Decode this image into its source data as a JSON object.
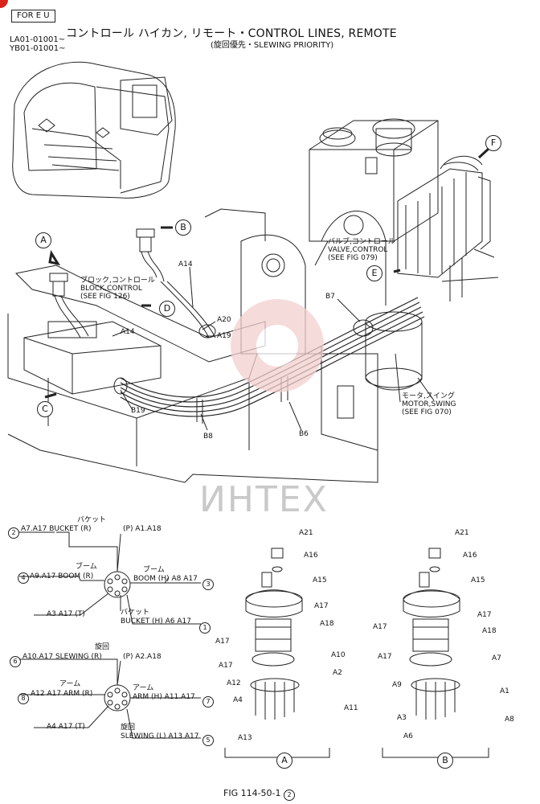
{
  "header": {
    "tag": "FOR E U",
    "title": "コントロール ハイカン,  リモート・CONTROL LINES, REMOTE",
    "subtitle": "(旋回優先・SLEWING PRIORITY)",
    "serial_1": "LA01-01001~",
    "serial_2": "YB01-01001~"
  },
  "watermark": "ИНТЕХ",
  "callouts": {
    "A": "A",
    "B": "B",
    "C": "C",
    "D": "D",
    "E": "E",
    "F": "F"
  },
  "main_labels": {
    "valve_jp": "バルブ,コントロール",
    "valve_en": "VALVE,CONTROL",
    "valve_ref": "(SEE FIG 079)",
    "block_jp": "ブロック,コントロール",
    "block_en": "BLOCK,CONTROL",
    "block_ref": "(SEE FIG 126)",
    "motor_jp": "モータ,スイング",
    "motor_en": "MOTOR,SWING",
    "motor_ref": "(SEE FIG 070)",
    "a14_top": "A14",
    "a14_mid": "A14",
    "a20": "A20",
    "a19": "A19",
    "b7": "B7",
    "b19": "B19",
    "b8": "B8",
    "b6": "B6"
  },
  "port_diagram_1": {
    "top_jp": "バケット",
    "top_left": "A7.A17 BUCKET (R)",
    "top_right": "(P) A1.A18",
    "left_jp": "ブーム",
    "left": "A9.A17 BOOM (R)",
    "right_jp": "ブーム",
    "right": "BOOM (H) A8 A17",
    "bottom_left": "A3 A17 (T)",
    "bottom_jp": "バケット",
    "bottom_right": "BUCKET (H) A6 A17",
    "n1": "1",
    "n2": "2",
    "n3": "3",
    "n4": "4"
  },
  "port_diagram_2": {
    "top_jp": "旋回",
    "top_left": "A10.A17 SLEWING (R)",
    "top_right": "(P) A2.A18",
    "left_jp": "アーム",
    "left": "A12 A17 ARM (R)",
    "right_jp": "アーム",
    "right": "ARM (H) A11.A17",
    "bottom_left": "A4 A17 (T)",
    "bottom_jp": "旋回",
    "bottom_right": "SLEWING (L) A13 A17",
    "n5": "5",
    "n6": "6",
    "n7": "7",
    "n8": "8"
  },
  "detail_A": {
    "label": "A",
    "parts": [
      "A21",
      "A16",
      "A15",
      "A17",
      "A18",
      "A17",
      "A17",
      "A10",
      "A2",
      "A12",
      "A4",
      "A11",
      "A13"
    ]
  },
  "detail_B": {
    "label": "B",
    "parts": [
      "A21",
      "A16",
      "A15",
      "A17",
      "A17",
      "A18",
      "A17",
      "A7",
      "A9",
      "A1",
      "A3",
      "A8",
      "A6"
    ]
  },
  "footer": {
    "fig": "FIG 114-50-1",
    "fig_num": "2"
  }
}
